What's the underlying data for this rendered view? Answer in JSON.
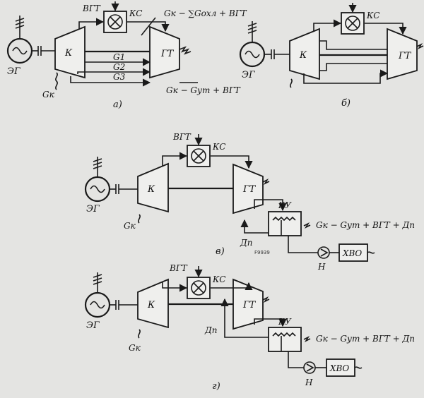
{
  "labels": {
    "eg": "ЭГ",
    "k": "К",
    "ks": "КС",
    "gt": "ГТ",
    "ku": "КУ",
    "khvo": "ХВО",
    "n": "Н",
    "gk": "Gк",
    "bgt": "BГТ",
    "dp": "Дп"
  },
  "diagram_a": {
    "caption": "а)",
    "top_formula": "Gк − ∑Gохл + BГТ",
    "flows": [
      "G1",
      "G2",
      "G3"
    ],
    "bottom_formula": "Gк − Gут + BГТ"
  },
  "diagram_b": {
    "caption": "б)"
  },
  "diagram_v": {
    "caption": "в)",
    "formula": "Gк − Gут + BГТ + Дп",
    "stamp": "F9939"
  },
  "diagram_g": {
    "caption": "г)",
    "formula": "Gк − Gут + BГТ + Дп"
  }
}
